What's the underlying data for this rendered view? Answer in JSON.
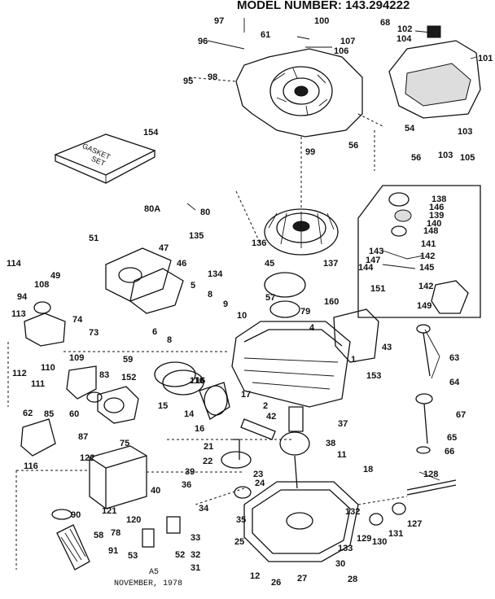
{
  "header": {
    "model_label": "MODEL NUMBER:",
    "model_number": "143.294222"
  },
  "footer": {
    "date": "NOVEMBER, 1978",
    "page_code": "A5"
  },
  "gasket_set": {
    "line1": "GASKET",
    "line2": "SET"
  },
  "callouts": [
    "97",
    "100",
    "68",
    "102",
    "104",
    "101",
    "96",
    "61",
    "107",
    "106",
    "95",
    "98",
    "154",
    "99",
    "56",
    "54",
    "103",
    "56",
    "103",
    "105",
    "138",
    "146",
    "139",
    "140",
    "148",
    "141",
    "143",
    "142",
    "147",
    "144",
    "145",
    "142",
    "151",
    "149",
    "80A",
    "80",
    "137",
    "135",
    "136",
    "134",
    "45",
    "51",
    "47",
    "46",
    "114",
    "49",
    "108",
    "5",
    "8",
    "9",
    "10",
    "94",
    "113",
    "74",
    "73",
    "6",
    "8",
    "57",
    "160",
    "79",
    "4",
    "1",
    "43",
    "153",
    "109",
    "59",
    "112",
    "110",
    "111",
    "62",
    "85",
    "60",
    "83",
    "152",
    "15",
    "116",
    "14",
    "16",
    "17",
    "2",
    "42",
    "16",
    "37",
    "63",
    "64",
    "67",
    "65",
    "66",
    "21",
    "22",
    "87",
    "75",
    "38",
    "11",
    "116",
    "122",
    "39",
    "36",
    "40",
    "23",
    "24",
    "18",
    "128",
    "121",
    "120",
    "34",
    "35",
    "132",
    "127",
    "90",
    "78",
    "58",
    "91",
    "53",
    "52",
    "33",
    "32",
    "25",
    "133",
    "129",
    "130",
    "131",
    "31",
    "12",
    "26",
    "27",
    "30",
    "28"
  ]
}
